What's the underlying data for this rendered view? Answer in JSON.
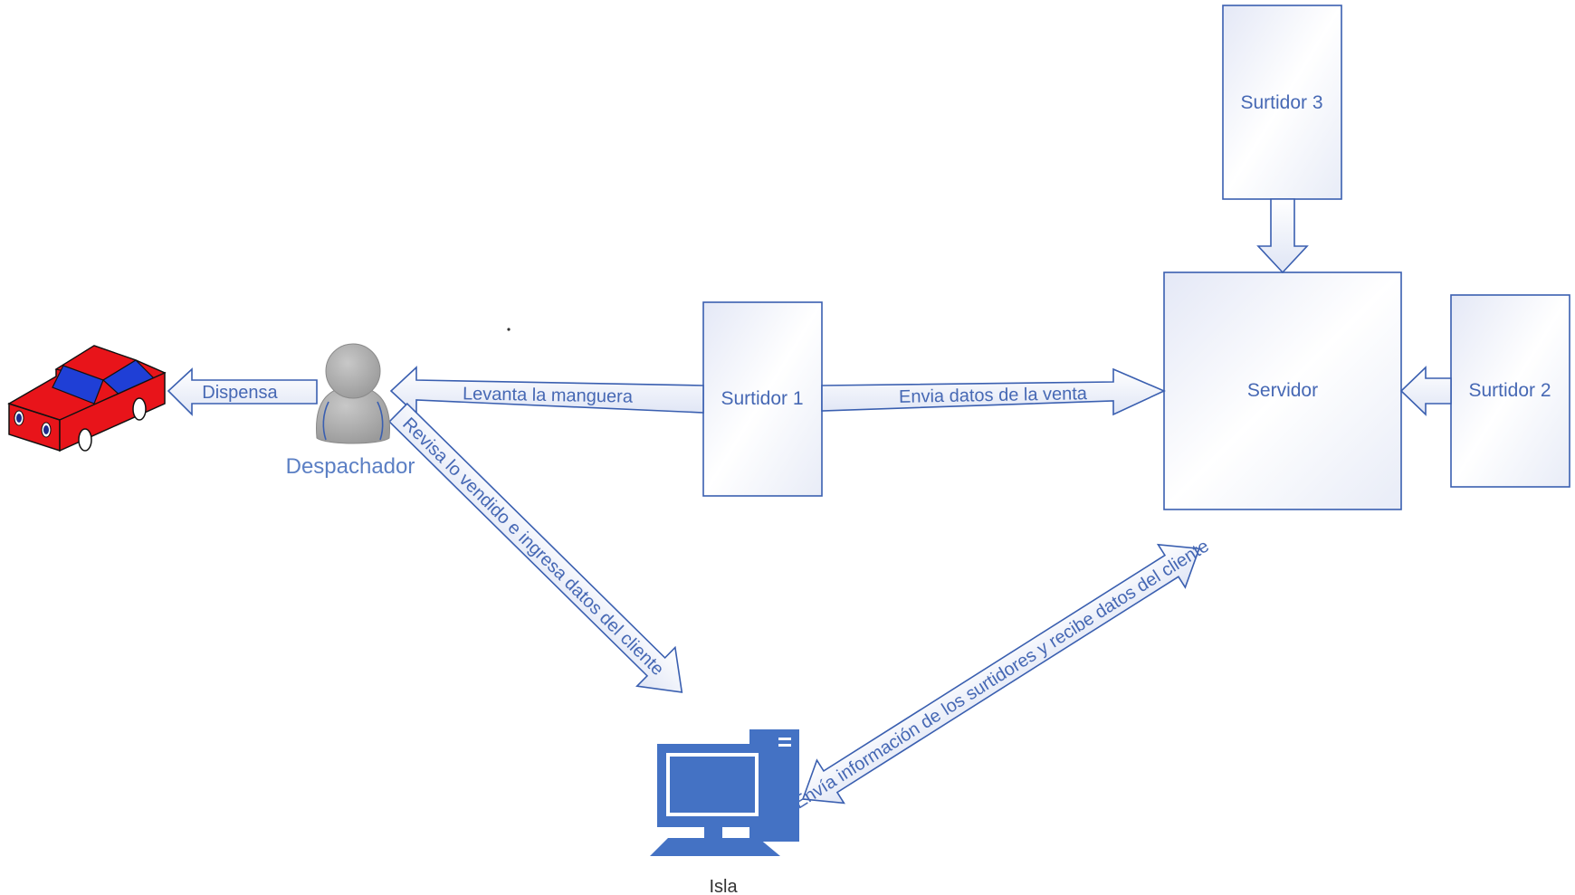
{
  "colors": {
    "outline": "#3a5fb0",
    "arrow_fill_start": "#ffffff",
    "arrow_fill_end": "#dde3f5",
    "label_text": "#4668b4",
    "actor_label": "#5b7fc4",
    "island_label": "#333333",
    "car_body": "#e8141a",
    "car_window": "#1f3fd6",
    "person_grey": "#a8a8a8",
    "computer_blue": "#4472c4"
  },
  "icons": {
    "car": "car-icon",
    "person": "person-icon",
    "computer": "computer-icon"
  },
  "boxes": {
    "surtidor1": "Surtidor 1",
    "surtidor2": "Surtidor 2",
    "surtidor3": "Surtidor 3",
    "servidor": "Servidor"
  },
  "actors": {
    "despachador": "Despachador",
    "isla": "Isla"
  },
  "arrows": {
    "dispensa": "Dispensa",
    "levanta": "Levanta la manguera",
    "envia_datos": "Envia datos de la venta",
    "revisa": "Revisa lo vendido e ingresa datos del cliente",
    "envia_info": "Envía información de los surtidores y recibe datos del cliente"
  }
}
